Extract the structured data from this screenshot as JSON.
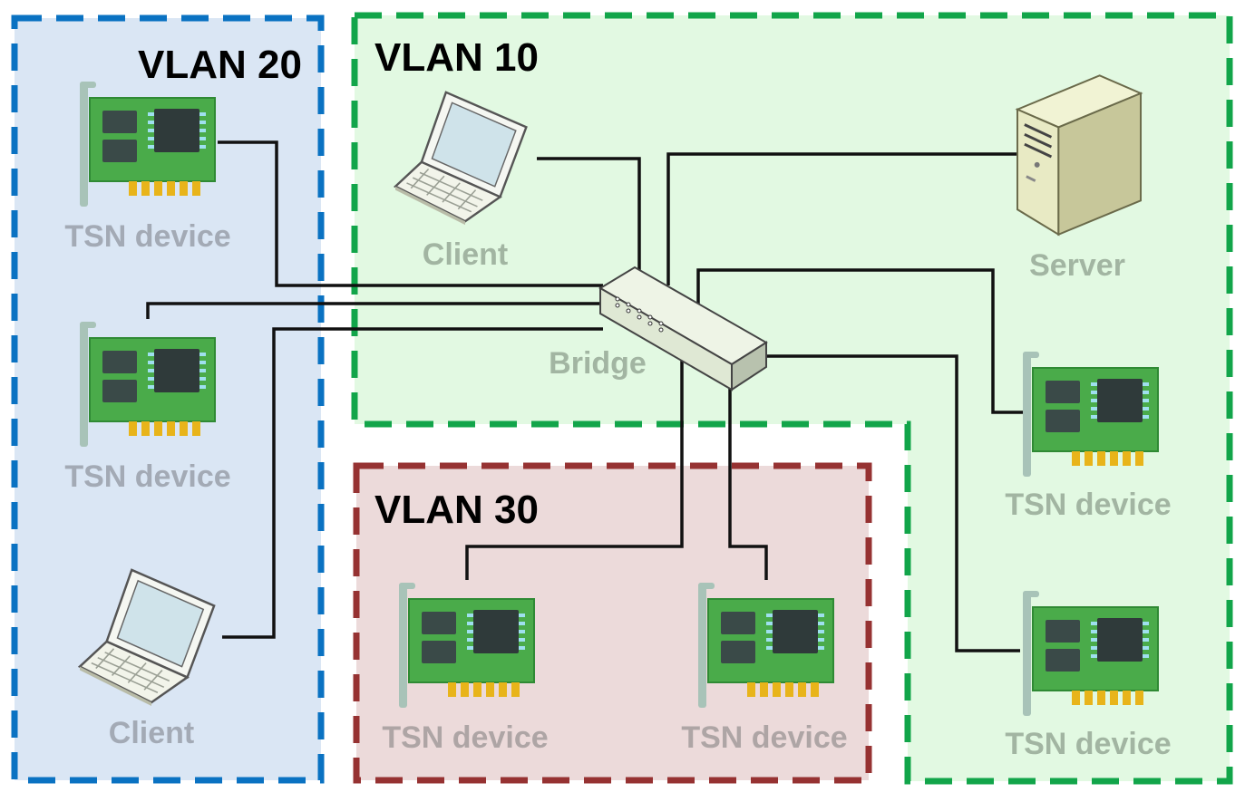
{
  "colors": {
    "vlan20_fill": "#dae6f4",
    "vlan20_border": "#0a72c2",
    "vlan10_fill": "#e2f9e2",
    "vlan10_border": "#12a54a",
    "vlan30_fill": "#ecdada",
    "vlan30_border": "#963232",
    "label_vlan20": "#a3aab5",
    "label_vlan10": "#a2b5a2",
    "label_vlan30": "#aea5a5",
    "wire": "#111111"
  },
  "vlans": {
    "vlan20": {
      "title": "VLAN 20"
    },
    "vlan10": {
      "title": "VLAN 10"
    },
    "vlan30": {
      "title": "VLAN 30"
    }
  },
  "devices": {
    "vlan20_tsn1": {
      "label": "TSN device",
      "icon": "network-card-icon"
    },
    "vlan20_tsn2": {
      "label": "TSN device",
      "icon": "network-card-icon"
    },
    "vlan20_client": {
      "label": "Client",
      "icon": "laptop-icon"
    },
    "vlan10_client": {
      "label": "Client",
      "icon": "laptop-icon"
    },
    "vlan10_server": {
      "label": "Server",
      "icon": "server-tower-icon"
    },
    "bridge": {
      "label": "Bridge",
      "icon": "switch-icon"
    },
    "vlan10_tsn1": {
      "label": "TSN device",
      "icon": "network-card-icon"
    },
    "vlan10_tsn2": {
      "label": "TSN device",
      "icon": "network-card-icon"
    },
    "vlan30_tsn1": {
      "label": "TSN device",
      "icon": "network-card-icon"
    },
    "vlan30_tsn2": {
      "label": "TSN device",
      "icon": "network-card-icon"
    }
  }
}
